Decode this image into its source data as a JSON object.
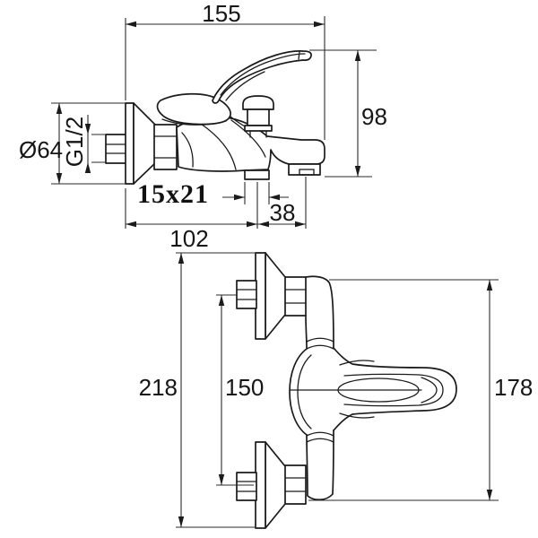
{
  "drawing": {
    "background": "#ffffff",
    "line_color": "#1b1b1b",
    "side_view": {
      "overall_depth": "155",
      "spout_to_lever_height": "98",
      "flange_diameter": "Ø64",
      "inlet_thread": "G1/2",
      "shower_outlet_thread": "15x21",
      "outlet_to_spout_offset": "38",
      "wall_to_outlet_depth": "102"
    },
    "front_view": {
      "overall_height": "218",
      "inlet_centre_distance": "150",
      "body_height": "178"
    }
  }
}
